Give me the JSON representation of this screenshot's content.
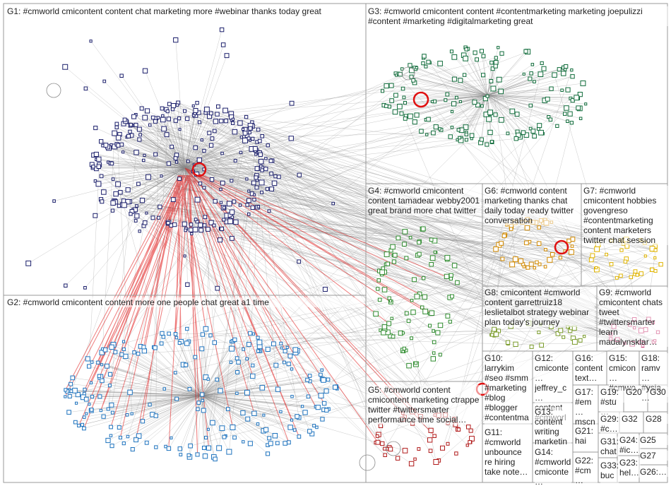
{
  "groups": [
    {
      "id": "G1",
      "label": "G1: #cmworld cmicontent content chat marketing more #webinar thanks today great",
      "color": "#1b1f6b"
    },
    {
      "id": "G2",
      "label": "G2: #cmworld cmicontent content more one people chat great a1 time",
      "color": "#1e73be"
    },
    {
      "id": "G3",
      "label": "G3: #cmworld cmicontent content #contentmarketing marketing joepulizzi #content #marketing #digitalmarketing great",
      "color": "#0f6b3a"
    },
    {
      "id": "G4",
      "label": "G4: #cmworld cmicontent content tamadear webby2001 great brand more chat twitter",
      "color": "#2e8b2e"
    },
    {
      "id": "G5",
      "label": "G5: #cmworld content cmicontent marketing ctrappe twitter #twittersmarter performance time social…",
      "color": "#b01a1a"
    },
    {
      "id": "G6",
      "label": "G6: #cmworld content marketing thanks chat daily today ready twitter conversation",
      "color": "#d38a00"
    },
    {
      "id": "G7",
      "label": "G7: #cmworld cmicontent hobbies govengreso #contentmarketing content marketers twitter chat session",
      "color": "#e0b400"
    },
    {
      "id": "G8",
      "label": "G8: cmicontent #cmworld content garrettruiz18 leslietalbot strategy webinar plan today's journey",
      "color": "#7a9b2a"
    },
    {
      "id": "G9",
      "label": "G9: #cmworld cmicontent chats tweet #twittersmarter learn madalynsklar…",
      "color": "#c2185b"
    },
    {
      "id": "G10",
      "label": "G10: larrykim #seo #smm #marketing #blog #blogger #contentma…",
      "color": "#333333"
    },
    {
      "id": "G11",
      "label": "G11: #cmworld unbounce re hiring take note…",
      "color": "#555555"
    },
    {
      "id": "G12",
      "label": "G12: cmiconte… jeffrey_c… content #cmworl…",
      "color": "#444444"
    },
    {
      "id": "G13",
      "label": "G13: content writing marketin…",
      "color": "#444444"
    },
    {
      "id": "G14",
      "label": "G14: #cmworld cmiconte…",
      "color": "#444444"
    },
    {
      "id": "G15",
      "label": "G15: cmicon… #cmwo…",
      "color": "#444444"
    },
    {
      "id": "G16",
      "label": "G16: content text…",
      "color": "#444444"
    },
    {
      "id": "G17",
      "label": "G17: #em… mscn…",
      "color": "#444444"
    },
    {
      "id": "G18",
      "label": "G18: ramv… #ysja…",
      "color": "#444444"
    },
    {
      "id": "G19",
      "label": "G19: #stu…",
      "color": "#444444"
    },
    {
      "id": "G20",
      "label": "G20",
      "color": "#444444"
    },
    {
      "id": "G21",
      "label": "G21: hai",
      "color": "#444444"
    },
    {
      "id": "G22",
      "label": "G22: #cm…",
      "color": "#444444"
    },
    {
      "id": "G23",
      "label": "G23: hel…",
      "color": "#444444"
    },
    {
      "id": "G24",
      "label": "G24: #ic…",
      "color": "#444444"
    },
    {
      "id": "G25",
      "label": "G25",
      "color": "#444444"
    },
    {
      "id": "G26",
      "label": "G26:…",
      "color": "#444444"
    },
    {
      "id": "G27",
      "label": "G27",
      "color": "#444444"
    },
    {
      "id": "G28",
      "label": "G28",
      "color": "#444444"
    },
    {
      "id": "G29",
      "label": "G29: #c…",
      "color": "#444444"
    },
    {
      "id": "G30",
      "label": "G30",
      "color": "#444444"
    },
    {
      "id": "G31",
      "label": "G31: chat",
      "color": "#444444"
    },
    {
      "id": "G32",
      "label": "G32",
      "color": "#444444"
    },
    {
      "id": "G33",
      "label": "G33: buc…",
      "color": "#444444"
    }
  ],
  "colors": {
    "edge_gray": "#8a8a8a",
    "edge_red": "#e01010",
    "box_border": "#9a9a9a",
    "node_dark": "#1b1f6b",
    "node_blue": "#1e73be",
    "node_green": "#0f6b3a",
    "node_lightgreen": "#2e8b2e",
    "node_orange": "#d38a00",
    "node_red": "#b01a1a",
    "node_pink": "#c2185b"
  }
}
